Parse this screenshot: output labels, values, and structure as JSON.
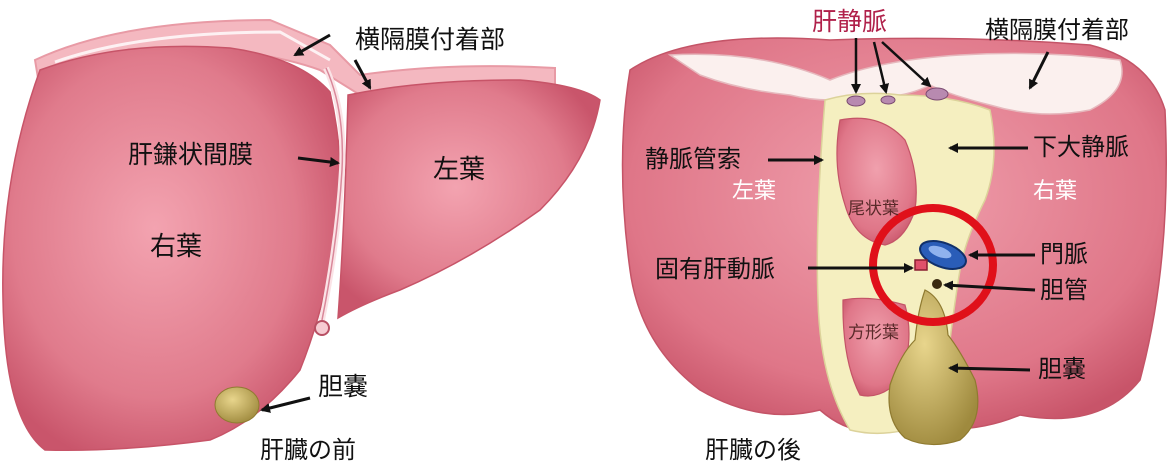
{
  "front": {
    "caption": "肝臓の前",
    "labels": {
      "diaphragm": "横隔膜付着部",
      "falciform": "肝鎌状間膜",
      "left_lobe": "左葉",
      "right_lobe": "右葉",
      "gallbladder": "胆嚢"
    }
  },
  "back": {
    "caption": "肝臓の後",
    "labels": {
      "hepatic_vein": "肝静脈",
      "diaphragm": "横隔膜付着部",
      "ligamentum_venosum": "静脈管索",
      "ivc": "下大静脈",
      "left_lobe": "左葉",
      "right_lobe": "右葉",
      "caudate_lobe": "尾状葉",
      "proper_hepatic_artery": "固有肝動脈",
      "portal_vein": "門脈",
      "bile_duct": "胆管",
      "quadrate_lobe": "方形葉",
      "gallbladder": "胆嚢"
    }
  },
  "colors": {
    "liver": "#e07b8c",
    "liver_dark": "#c9556b",
    "diaphragm_band": "#f4b8c0",
    "ivc_yellow": "#f5efc0",
    "gallbladder": "#b8a45a",
    "highlight_circle": "#e0101a"
  }
}
